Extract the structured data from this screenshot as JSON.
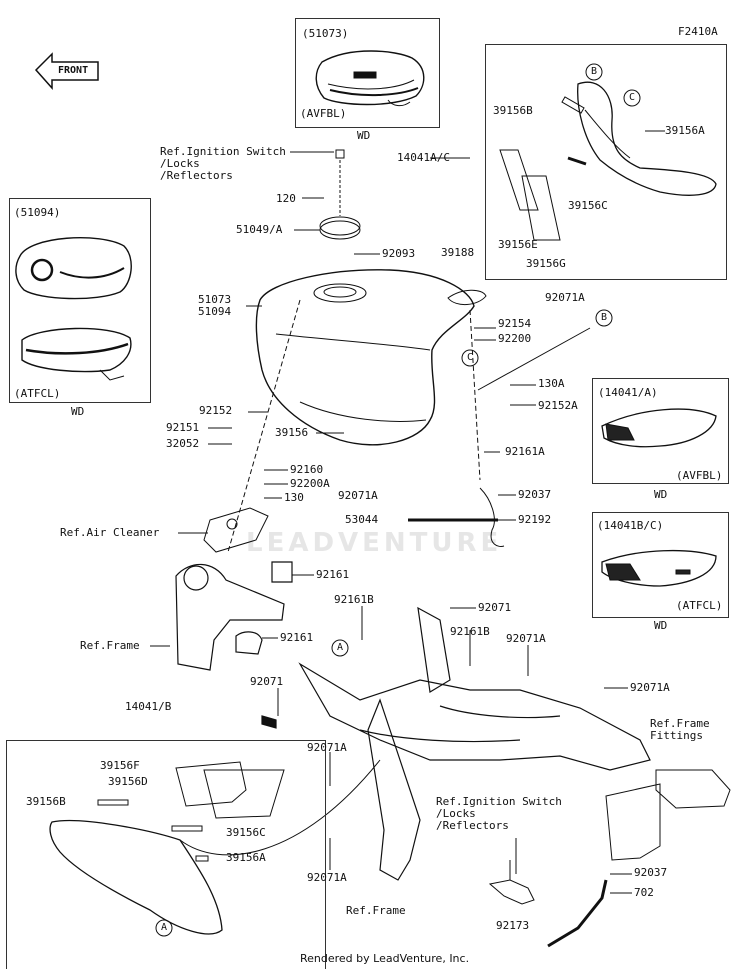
{
  "diagram_code": "F2410A",
  "front_label": "FRONT",
  "watermark": "LEADVENTURE",
  "footer": "Rendered by LeadVenture, Inc.",
  "panels": {
    "tank_top": {
      "code": "(51073)",
      "variant": "(AVFBL)",
      "region": "WD"
    },
    "tank_left": {
      "code": "(51094)",
      "variant": "(ATFCL)",
      "region": "WD"
    },
    "cover_a": {
      "code": "(14041/A)",
      "variant": "(AVFBL)",
      "region": "WD"
    },
    "cover_bc": {
      "code": "(14041B/C)",
      "variant": "(ATFCL)",
      "region": "WD"
    }
  },
  "labels": [
    "Ref.Ignition Switch\n/Locks\n/Reflectors",
    "120",
    "51049/A",
    "92093",
    "51073\n51094",
    "39188",
    "14041A/C",
    "39156B",
    "39156A",
    "39156C",
    "39156E",
    "39156G",
    "92071A",
    "92154",
    "92200",
    "130A",
    "92152A",
    "92152",
    "92151",
    "32052",
    "39156",
    "92161A",
    "92160",
    "92200A",
    "130",
    "92071A",
    "92037",
    "53044",
    "92192",
    "Ref.Air Cleaner",
    "92161",
    "92161",
    "Ref.Frame",
    "92161B",
    "92071",
    "92161B",
    "92071A",
    "92071",
    "92071A",
    "Ref.Frame\nFittings",
    "14041/B",
    "39156F",
    "39156D",
    "39156B",
    "39156C",
    "39156A",
    "92071A",
    "92071A",
    "Ref.Ignition Switch\n/Locks\n/Reflectors",
    "Ref.Frame",
    "92173",
    "92037",
    "702"
  ],
  "callouts": {
    "a": "A",
    "b": "B",
    "c": "C"
  }
}
